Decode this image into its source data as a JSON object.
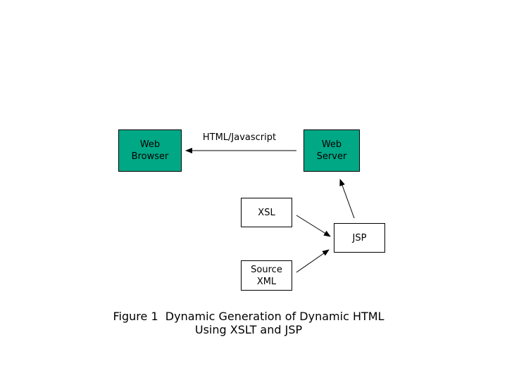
{
  "nodes": {
    "web_browser": [
      "Web",
      "Browser"
    ],
    "web_server": [
      "Web",
      "Server"
    ],
    "xsl": [
      "XSL"
    ],
    "jsp": [
      "JSP"
    ],
    "source_xml": [
      "Source",
      "XML"
    ]
  },
  "edge_label": "HTML/Javascript",
  "caption": [
    "Figure 1  Dynamic Generation of Dynamic HTML",
    "Using XSLT and JSP"
  ],
  "colors": {
    "node_fill_highlight": "#00a886",
    "node_fill": "#ffffff",
    "stroke": "#000000"
  }
}
